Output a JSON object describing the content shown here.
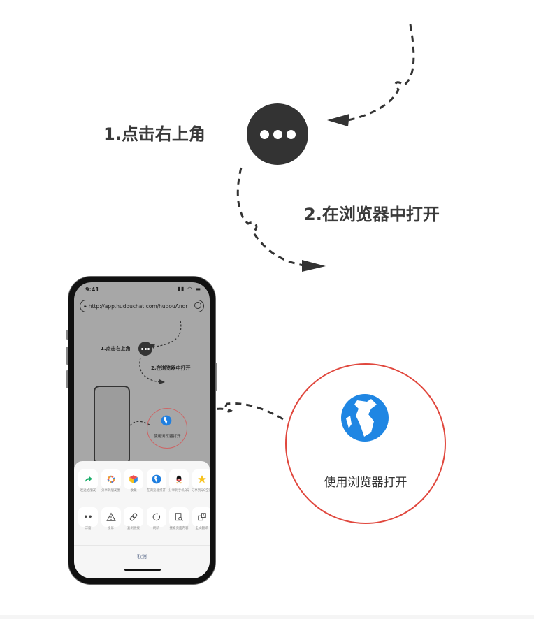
{
  "steps": {
    "step1": "1.点击右上角",
    "step2": "2.在浏览器中打开"
  },
  "more_button": {
    "icon": "more-dots-icon",
    "color": "#333333"
  },
  "phone": {
    "status_time": "9:41",
    "status_icons": "signal wifi battery",
    "url": "http://app.hudouchat.com/hudouAndr",
    "mini_steps": {
      "step1": "1.点击右上角",
      "step2": "2.在浏览器中打开",
      "callout": "使用浏览器打开"
    },
    "share_row1": [
      {
        "icon": "forward-icon",
        "label": "发送给朋友",
        "color": "#1aad6a"
      },
      {
        "icon": "moments-icon",
        "label": "分享到朋友圈",
        "color": "#f29b30"
      },
      {
        "icon": "favorite-cube-icon",
        "label": "收藏",
        "color": "#2f8be6"
      },
      {
        "icon": "browser-globe-icon",
        "label": "在浏览器打开",
        "color": "#1f7fe0"
      },
      {
        "icon": "qq-icon",
        "label": "分享到手机QQ",
        "color": "#111111"
      },
      {
        "icon": "qzone-star-icon",
        "label": "分享到QQ空间",
        "color": "#f7c21c"
      }
    ],
    "share_row2": [
      {
        "icon": "more-icon",
        "label": "浮窗"
      },
      {
        "icon": "warning-icon",
        "label": "投诉"
      },
      {
        "icon": "link-icon",
        "label": "复制链接"
      },
      {
        "icon": "refresh-icon",
        "label": "刷新"
      },
      {
        "icon": "search-page-icon",
        "label": "搜索页面内容"
      },
      {
        "icon": "translate-icon",
        "label": "全文翻译"
      }
    ],
    "cancel_label": "取消"
  },
  "callout": {
    "icon": "browser-globe-icon",
    "label": "使用浏览器打开",
    "border_color": "#e0473d",
    "icon_color": "#1f86e3"
  }
}
